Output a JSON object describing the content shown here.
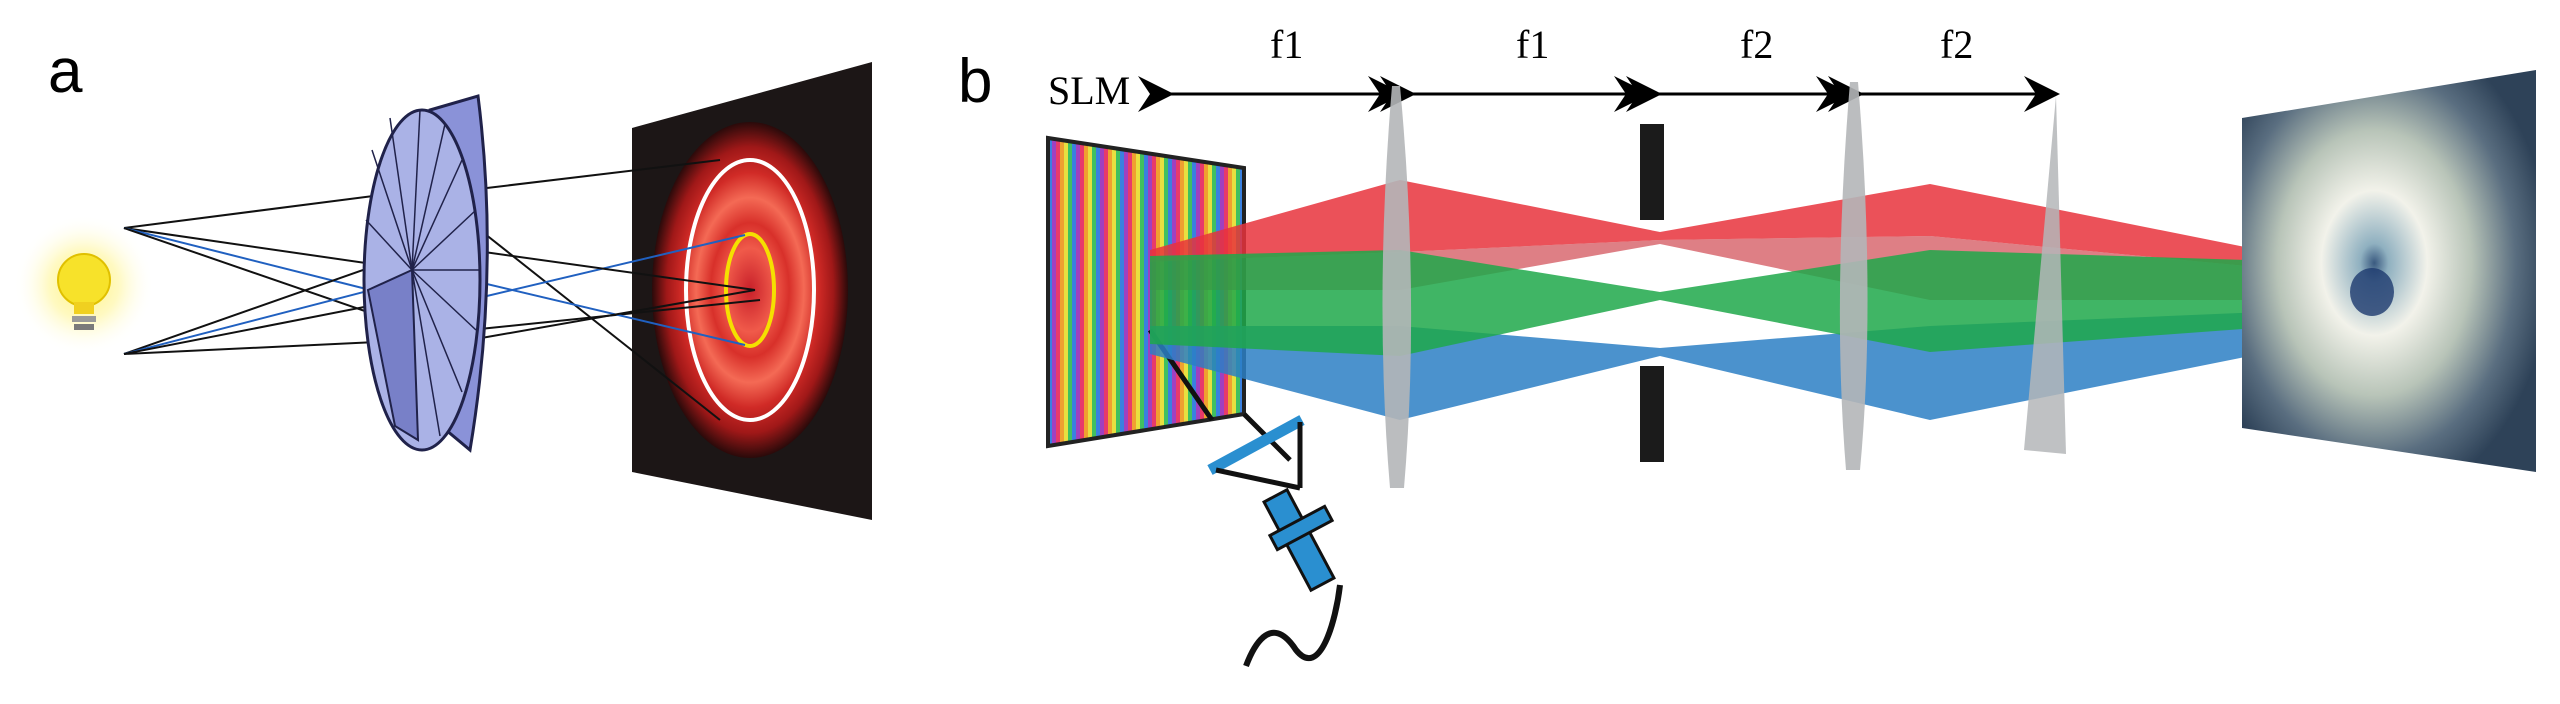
{
  "panels": {
    "a": {
      "letter": "a"
    },
    "b": {
      "letter": "b",
      "slm_label": "SLM",
      "distances": [
        "f1",
        "f1",
        "f2",
        "f2"
      ]
    }
  },
  "colors": {
    "beam_red": "#e8323c",
    "beam_green": "#1fa84a",
    "beam_blue": "#2b7fc4",
    "lens_gray": "#b4b6b8",
    "plate_fill": "#aab2e6",
    "ring_red": "#e03a2c",
    "fiber_blue": "#2a8fd0"
  },
  "icons": [
    "light-bulb-icon",
    "fiber-connector-icon"
  ]
}
